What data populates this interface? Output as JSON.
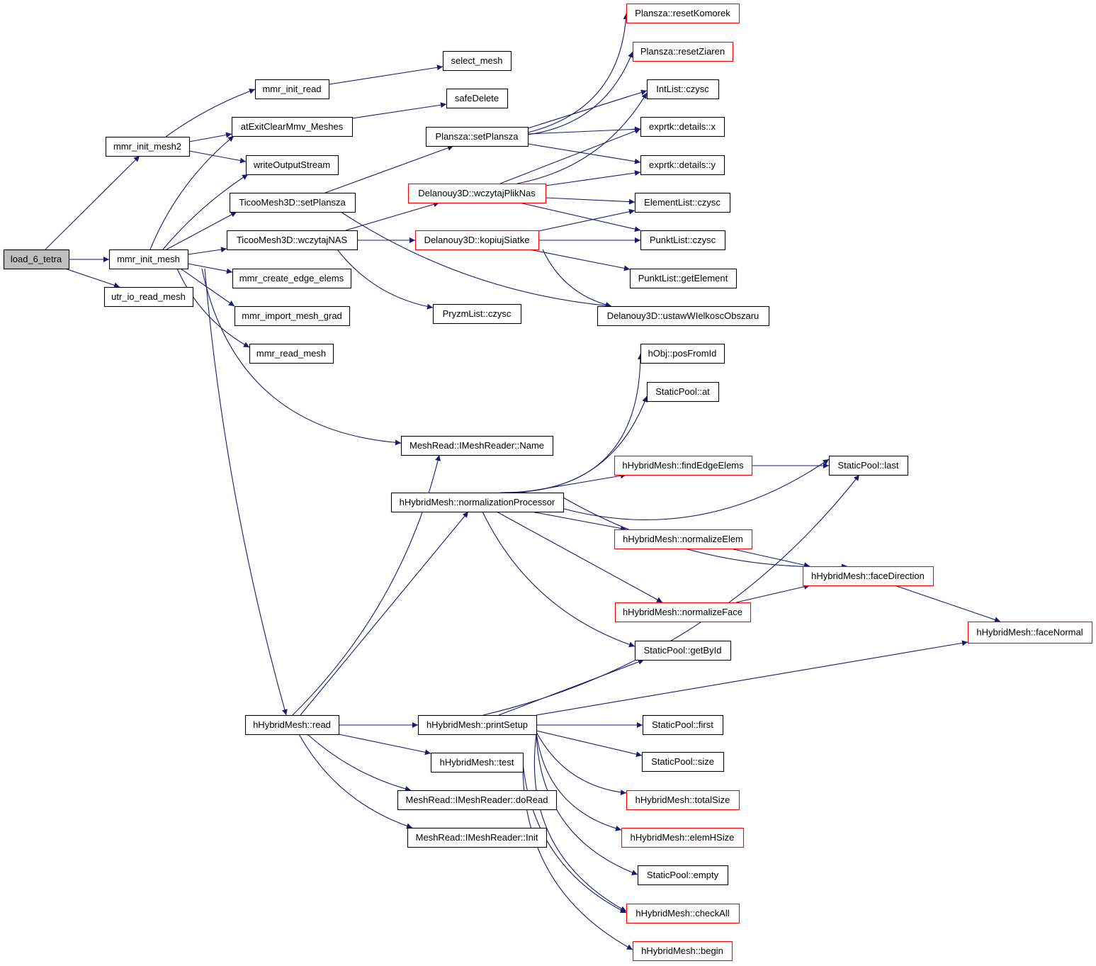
{
  "colors": {
    "edge": "#191970",
    "node_border": "#000000",
    "node_border_truncated": "#ff0000",
    "node_fill": "#ffffff",
    "root_fill": "#bfbfbf"
  },
  "nodes": {
    "load_6_tetra": {
      "label": "load_6_tetra",
      "style": "root"
    },
    "mmr_init_mesh2": {
      "label": "mmr_init_mesh2",
      "style": "normal"
    },
    "mmr_init_mesh": {
      "label": "mmr_init_mesh",
      "style": "normal"
    },
    "utr_io_read_mesh": {
      "label": "utr_io_read_mesh",
      "style": "normal"
    },
    "mmr_init_read": {
      "label": "mmr_init_read",
      "style": "normal"
    },
    "atExitClearMmv_Meshes": {
      "label": "atExitClearMmv_Meshes",
      "style": "normal"
    },
    "writeOutputStream": {
      "label": "writeOutputStream",
      "style": "normal"
    },
    "TicooMesh3D_setPlansza": {
      "label": "TicooMesh3D::setPlansza",
      "style": "normal"
    },
    "TicooMesh3D_wczytajNAS": {
      "label": "TicooMesh3D::wczytajNAS",
      "style": "normal"
    },
    "mmr_create_edge_elems": {
      "label": "mmr_create_edge_elems",
      "style": "normal"
    },
    "mmr_import_mesh_grad": {
      "label": "mmr_import_mesh_grad",
      "style": "normal"
    },
    "mmr_read_mesh": {
      "label": "mmr_read_mesh",
      "style": "normal"
    },
    "select_mesh": {
      "label": "select_mesh",
      "style": "normal"
    },
    "safeDelete": {
      "label": "safeDelete",
      "style": "normal"
    },
    "Plansza_setPlansza": {
      "label": "Plansza::setPlansza",
      "style": "normal"
    },
    "Delanouy3D_wczytajPlikNas": {
      "label": "Delanouy3D::wczytajPlikNas",
      "style": "truncated"
    },
    "Delanouy3D_kopiujSiatke": {
      "label": "Delanouy3D::kopiujSiatke",
      "style": "truncated"
    },
    "PryzmList_czysc": {
      "label": "PryzmList::czysc",
      "style": "normal"
    },
    "Plansza_resetKomorek": {
      "label": "Plansza::resetKomorek",
      "style": "truncated"
    },
    "Plansza_resetZiaren": {
      "label": "Plansza::resetZiaren",
      "style": "truncated"
    },
    "IntList_czysc": {
      "label": "IntList::czysc",
      "style": "normal"
    },
    "exprtk_details_x": {
      "label": "exprtk::details::x",
      "style": "normal"
    },
    "exprtk_details_y": {
      "label": "exprtk::details::y",
      "style": "normal"
    },
    "ElementList_czysc": {
      "label": "ElementList::czysc",
      "style": "normal"
    },
    "PunktList_czysc": {
      "label": "PunktList::czysc",
      "style": "normal"
    },
    "PunktList_getElement": {
      "label": "PunktList::getElement",
      "style": "normal"
    },
    "Delanouy3D_ustawWIelkoscObszaru": {
      "label": "Delanouy3D::ustawWIelkoscObszaru",
      "style": "normal"
    },
    "hObj_posFromId": {
      "label": "hObj::posFromId",
      "style": "normal"
    },
    "StaticPool_at": {
      "label": "StaticPool::at",
      "style": "normal"
    },
    "MeshRead_IMeshReader_Name": {
      "label": "MeshRead::IMeshReader::Name",
      "style": "normal"
    },
    "hHybridMesh_findEdgeElems": {
      "label": "hHybridMesh::findEdgeElems",
      "style": "truncated"
    },
    "StaticPool_last": {
      "label": "StaticPool::last",
      "style": "normal"
    },
    "hHybridMesh_normalizationProcessor": {
      "label": "hHybridMesh::normalizationProcessor",
      "style": "normal"
    },
    "hHybridMesh_normalizeElem": {
      "label": "hHybridMesh::normalizeElem",
      "style": "truncated"
    },
    "hHybridMesh_faceDirection": {
      "label": "hHybridMesh::faceDirection",
      "style": "truncated"
    },
    "hHybridMesh_normalizeFace": {
      "label": "hHybridMesh::normalizeFace",
      "style": "truncated"
    },
    "hHybridMesh_faceNormal": {
      "label": "hHybridMesh::faceNormal",
      "style": "truncated"
    },
    "StaticPool_getById": {
      "label": "StaticPool::getById",
      "style": "normal"
    },
    "hHybridMesh_read": {
      "label": "hHybridMesh::read",
      "style": "normal"
    },
    "hHybridMesh_printSetup": {
      "label": "hHybridMesh::printSetup",
      "style": "normal"
    },
    "StaticPool_first": {
      "label": "StaticPool::first",
      "style": "normal"
    },
    "hHybridMesh_test": {
      "label": "hHybridMesh::test",
      "style": "normal"
    },
    "StaticPool_size": {
      "label": "StaticPool::size",
      "style": "normal"
    },
    "MeshRead_IMeshReader_doRead": {
      "label": "MeshRead::IMeshReader::doRead",
      "style": "normal"
    },
    "hHybridMesh_totalSize": {
      "label": "hHybridMesh::totalSize",
      "style": "truncated"
    },
    "MeshRead_IMeshReader_Init": {
      "label": "MeshRead::IMeshReader::Init",
      "style": "normal"
    },
    "hHybridMesh_elemHSize": {
      "label": "hHybridMesh::elemHSize",
      "style": "truncated"
    },
    "StaticPool_empty": {
      "label": "StaticPool::empty",
      "style": "normal"
    },
    "hHybridMesh_checkAll": {
      "label": "hHybridMesh::checkAll",
      "style": "truncated"
    },
    "hHybridMesh_begin": {
      "label": "hHybridMesh::begin",
      "style": "truncated"
    }
  },
  "edges": [
    [
      "load_6_tetra",
      "mmr_init_mesh2"
    ],
    [
      "load_6_tetra",
      "mmr_init_mesh"
    ],
    [
      "load_6_tetra",
      "utr_io_read_mesh"
    ],
    [
      "mmr_init_mesh2",
      "mmr_init_read"
    ],
    [
      "mmr_init_mesh2",
      "atExitClearMmv_Meshes"
    ],
    [
      "mmr_init_mesh2",
      "writeOutputStream"
    ],
    [
      "mmr_init_read",
      "select_mesh"
    ],
    [
      "atExitClearMmv_Meshes",
      "safeDelete"
    ],
    [
      "mmr_init_mesh",
      "atExitClearMmv_Meshes"
    ],
    [
      "mmr_init_mesh",
      "writeOutputStream"
    ],
    [
      "mmr_init_mesh",
      "TicooMesh3D_setPlansza"
    ],
    [
      "mmr_init_mesh",
      "TicooMesh3D_wczytajNAS"
    ],
    [
      "mmr_init_mesh",
      "mmr_create_edge_elems"
    ],
    [
      "mmr_init_mesh",
      "mmr_import_mesh_grad"
    ],
    [
      "mmr_init_mesh",
      "mmr_read_mesh"
    ],
    [
      "mmr_init_mesh",
      "MeshRead_IMeshReader_Name"
    ],
    [
      "mmr_init_mesh",
      "hHybridMesh_read"
    ],
    [
      "TicooMesh3D_setPlansza",
      "Plansza_setPlansza"
    ],
    [
      "TicooMesh3D_setPlansza",
      "Delanouy3D_ustawWIelkoscObszaru"
    ],
    [
      "TicooMesh3D_wczytajNAS",
      "Delanouy3D_wczytajPlikNas"
    ],
    [
      "TicooMesh3D_wczytajNAS",
      "Delanouy3D_kopiujSiatke"
    ],
    [
      "TicooMesh3D_wczytajNAS",
      "PryzmList_czysc"
    ],
    [
      "Plansza_setPlansza",
      "Plansza_resetKomorek"
    ],
    [
      "Plansza_setPlansza",
      "Plansza_resetZiaren"
    ],
    [
      "Plansza_setPlansza",
      "IntList_czysc"
    ],
    [
      "Plansza_setPlansza",
      "exprtk_details_x"
    ],
    [
      "Plansza_setPlansza",
      "exprtk_details_y"
    ],
    [
      "Delanouy3D_wczytajPlikNas",
      "IntList_czysc"
    ],
    [
      "Delanouy3D_wczytajPlikNas",
      "exprtk_details_x"
    ],
    [
      "Delanouy3D_wczytajPlikNas",
      "exprtk_details_y"
    ],
    [
      "Delanouy3D_wczytajPlikNas",
      "ElementList_czysc"
    ],
    [
      "Delanouy3D_wczytajPlikNas",
      "PunktList_czysc"
    ],
    [
      "Delanouy3D_kopiujSiatke",
      "ElementList_czysc"
    ],
    [
      "Delanouy3D_kopiujSiatke",
      "PunktList_czysc"
    ],
    [
      "Delanouy3D_kopiujSiatke",
      "PunktList_getElement"
    ],
    [
      "Delanouy3D_kopiujSiatke",
      "Delanouy3D_ustawWIelkoscObszaru"
    ],
    [
      "hHybridMesh_read",
      "MeshRead_IMeshReader_Name"
    ],
    [
      "hHybridMesh_read",
      "hHybridMesh_normalizationProcessor"
    ],
    [
      "hHybridMesh_read",
      "hHybridMesh_printSetup"
    ],
    [
      "hHybridMesh_read",
      "hHybridMesh_test"
    ],
    [
      "hHybridMesh_read",
      "MeshRead_IMeshReader_doRead"
    ],
    [
      "hHybridMesh_read",
      "MeshRead_IMeshReader_Init"
    ],
    [
      "hHybridMesh_normalizationProcessor",
      "hObj_posFromId"
    ],
    [
      "hHybridMesh_normalizationProcessor",
      "StaticPool_at"
    ],
    [
      "hHybridMesh_normalizationProcessor",
      "StaticPool_last"
    ],
    [
      "hHybridMesh_normalizationProcessor",
      "hHybridMesh_findEdgeElems"
    ],
    [
      "hHybridMesh_normalizationProcessor",
      "hHybridMesh_normalizeElem"
    ],
    [
      "hHybridMesh_normalizationProcessor",
      "hHybridMesh_faceDirection"
    ],
    [
      "hHybridMesh_normalizationProcessor",
      "hHybridMesh_normalizeFace"
    ],
    [
      "hHybridMesh_normalizationProcessor",
      "StaticPool_getById"
    ],
    [
      "hHybridMesh_findEdgeElems",
      "StaticPool_last"
    ],
    [
      "hHybridMesh_normalizeElem",
      "hHybridMesh_faceDirection"
    ],
    [
      "hHybridMesh_normalizeFace",
      "hHybridMesh_faceDirection"
    ],
    [
      "hHybridMesh_faceDirection",
      "hHybridMesh_faceNormal"
    ],
    [
      "hHybridMesh_printSetup",
      "StaticPool_last"
    ],
    [
      "hHybridMesh_printSetup",
      "StaticPool_getById"
    ],
    [
      "hHybridMesh_printSetup",
      "hHybridMesh_faceNormal"
    ],
    [
      "hHybridMesh_printSetup",
      "StaticPool_first"
    ],
    [
      "hHybridMesh_printSetup",
      "StaticPool_size"
    ],
    [
      "hHybridMesh_printSetup",
      "hHybridMesh_totalSize"
    ],
    [
      "hHybridMesh_printSetup",
      "hHybridMesh_elemHSize"
    ],
    [
      "hHybridMesh_printSetup",
      "StaticPool_empty"
    ],
    [
      "hHybridMesh_printSetup",
      "hHybridMesh_checkAll"
    ],
    [
      "hHybridMesh_test",
      "hHybridMesh_checkAll"
    ],
    [
      "hHybridMesh_test",
      "hHybridMesh_begin"
    ]
  ]
}
